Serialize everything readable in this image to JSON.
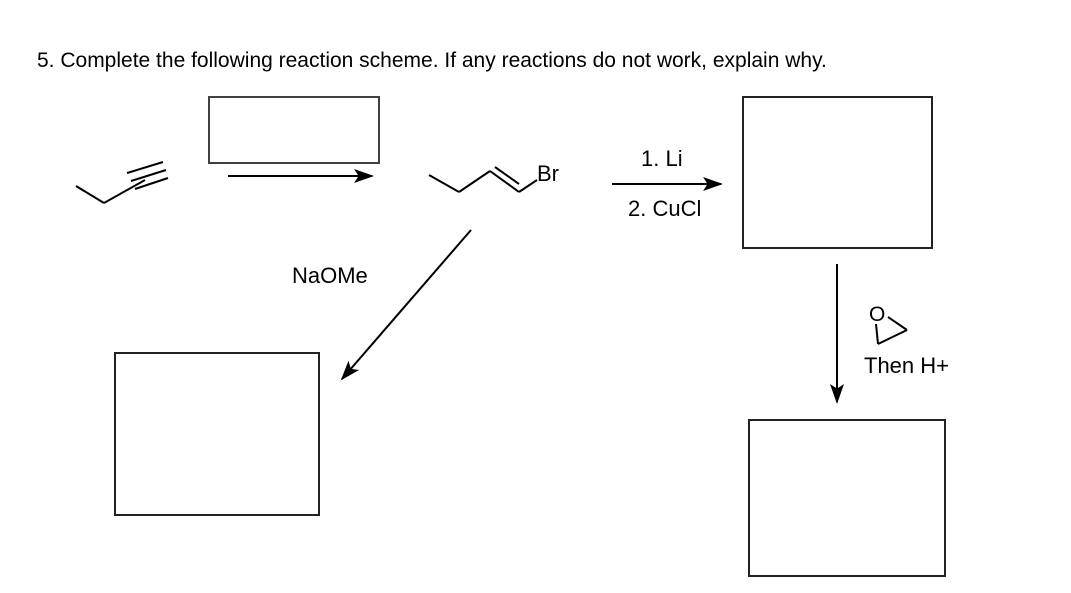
{
  "question": {
    "text": "5. Complete the following reaction scheme. If any reactions do not work, explain why."
  },
  "scheme": {
    "start_material": {
      "name": "but-1-yne skeletal structure"
    },
    "step1": {
      "reagent_box_content": "",
      "product": {
        "name": "1-bromo-1-butene skeletal structure",
        "substituent_label": "Br"
      }
    },
    "step2": {
      "conditions_line1": "1. Li",
      "conditions_line2": "2. CuCl",
      "product_box_content": ""
    },
    "step3": {
      "reagent_structure": {
        "name": "oxirane (epoxide) structure",
        "atom_label": "O"
      },
      "conditions": "Then H+",
      "product_box_content": ""
    },
    "branch": {
      "reagent": "NaOMe",
      "product_box_content": ""
    }
  },
  "colors": {
    "ink": "#000000",
    "box_border": "#222222",
    "background": "#ffffff"
  }
}
